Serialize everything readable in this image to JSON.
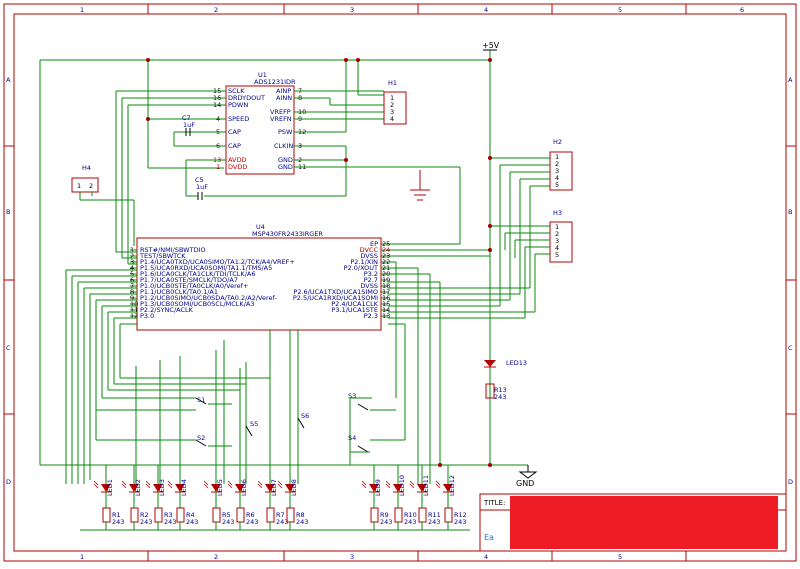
{
  "frame": {
    "cols": [
      "1",
      "2",
      "3",
      "4",
      "5",
      "6"
    ],
    "rows": [
      "A",
      "B",
      "C",
      "D"
    ]
  },
  "power": {
    "vcc_label": "+5V",
    "gnd_label": "GND"
  },
  "u1": {
    "ref": "U1",
    "part": "ADS1231IDR",
    "pins": [
      "SCLK",
      "DRDYDOUT",
      "PDWN",
      "SPEED",
      "CAP",
      "CAP",
      "AVDD",
      "DVDD",
      "AINP",
      "AINN",
      "VREFP",
      "VREFN",
      "PSW",
      "CLKIN",
      "GND",
      "GND"
    ],
    "nums": [
      "15",
      "16",
      "14",
      "4",
      "5",
      "6",
      "13",
      "1",
      "7",
      "8",
      "10",
      "9",
      "12",
      "3",
      "2",
      "11"
    ]
  },
  "caps": {
    "c7": {
      "ref": "C7",
      "value": "1uF"
    },
    "c5": {
      "ref": "C5",
      "value": "1uF"
    }
  },
  "headers": {
    "h1": {
      "ref": "H1",
      "pins": [
        "1",
        "2",
        "3",
        "4"
      ]
    },
    "h2": {
      "ref": "H2",
      "pins": [
        "1",
        "2",
        "3",
        "4",
        "5"
      ]
    },
    "h3": {
      "ref": "H3",
      "pins": [
        "1",
        "2",
        "3",
        "4",
        "5"
      ]
    },
    "h4": {
      "ref": "H4",
      "pins": [
        "1",
        "2"
      ]
    }
  },
  "u4": {
    "ref": "U4",
    "part": "MSP430FR2433IRGER",
    "left_pins": [
      {
        "num": "1",
        "name": "RST#/NMI/SBWTDIO"
      },
      {
        "num": "2",
        "name": "TEST/SBWTCK"
      },
      {
        "num": "3",
        "name": "P1.4/UCA0TXD/UCA0SIMO/TA1.2/TCK/A4/VREF+"
      },
      {
        "num": "4",
        "name": "P1.5/UCA0RXD/UCA0SOMI/TA1.1/TMS/A5"
      },
      {
        "num": "5",
        "name": "P1.6/UCA0CLK/TA1CLK/TDI/TCLK/A6"
      },
      {
        "num": "6",
        "name": "P1.7/UCA0STE/SMCLK/TDO/A7"
      },
      {
        "num": "7",
        "name": "P1.0/UCB0STE/TA0CLK/A0/Veref+"
      },
      {
        "num": "8",
        "name": "P1.1/UCB0CLK/TA0.1/A1"
      },
      {
        "num": "9",
        "name": "P1.2/UCB0SIMO/UCB0SDA/TA0.2/A2/Veref-"
      },
      {
        "num": "10",
        "name": "P1.3/UCB0SOMI/UCB0SCL/MCLK/A3"
      },
      {
        "num": "11",
        "name": "P2.2/SYNC/ACLK"
      },
      {
        "num": "12",
        "name": "P3.0"
      }
    ],
    "right_pins": [
      {
        "num": "25",
        "name": "EP",
        "red": false
      },
      {
        "num": "24",
        "name": "DVCC",
        "red": true
      },
      {
        "num": "23",
        "name": "DVSS",
        "red": false
      },
      {
        "num": "22",
        "name": "P2.1/XIN",
        "red": false
      },
      {
        "num": "21",
        "name": "P2.0/XOUT",
        "red": false
      },
      {
        "num": "20",
        "name": "P3.2",
        "red": false
      },
      {
        "num": "19",
        "name": "P2.7",
        "red": false
      },
      {
        "num": "18",
        "name": "DVSS",
        "red": false
      },
      {
        "num": "17",
        "name": "P2.6/UCA1TXD/UCA1SIMO",
        "red": false
      },
      {
        "num": "16",
        "name": "P2.5/UCA1RXD/UCA1SOMI",
        "red": false
      },
      {
        "num": "15",
        "name": "P2.4/UCA1CLK",
        "red": false
      },
      {
        "num": "14",
        "name": "P3.1/UCA1STE",
        "red": false
      },
      {
        "num": "13",
        "name": "P2.3",
        "red": false
      }
    ]
  },
  "switches": {
    "s1": "S1",
    "s2": "S2",
    "s3": "S3",
    "s4": "S4",
    "s5": "S5",
    "s6": "S6"
  },
  "led13": {
    "ref": "LED13",
    "r_ref": "R13",
    "r_value": "243"
  },
  "leds": [
    {
      "led": "LED1",
      "r": "R1",
      "value": "243"
    },
    {
      "led": "LED2",
      "r": "R2",
      "value": "243"
    },
    {
      "led": "LED3",
      "r": "R3",
      "value": "243"
    },
    {
      "led": "LED4",
      "r": "R4",
      "value": "243"
    },
    {
      "led": "LED5",
      "r": "R5",
      "value": "243"
    },
    {
      "led": "LED6",
      "r": "R6",
      "value": "243"
    },
    {
      "led": "LED7",
      "r": "R7",
      "value": "243"
    },
    {
      "led": "LED8",
      "r": "R8",
      "value": "243"
    },
    {
      "led": "LED9",
      "r": "R9",
      "value": "243"
    },
    {
      "led": "LED10",
      "r": "R10",
      "value": "243"
    },
    {
      "led": "LED11",
      "r": "R11",
      "value": "243"
    },
    {
      "led": "LED12",
      "r": "R12",
      "value": "243"
    }
  ],
  "title_block": {
    "title_label": "TITLE:",
    "logo_text": "Ea"
  }
}
